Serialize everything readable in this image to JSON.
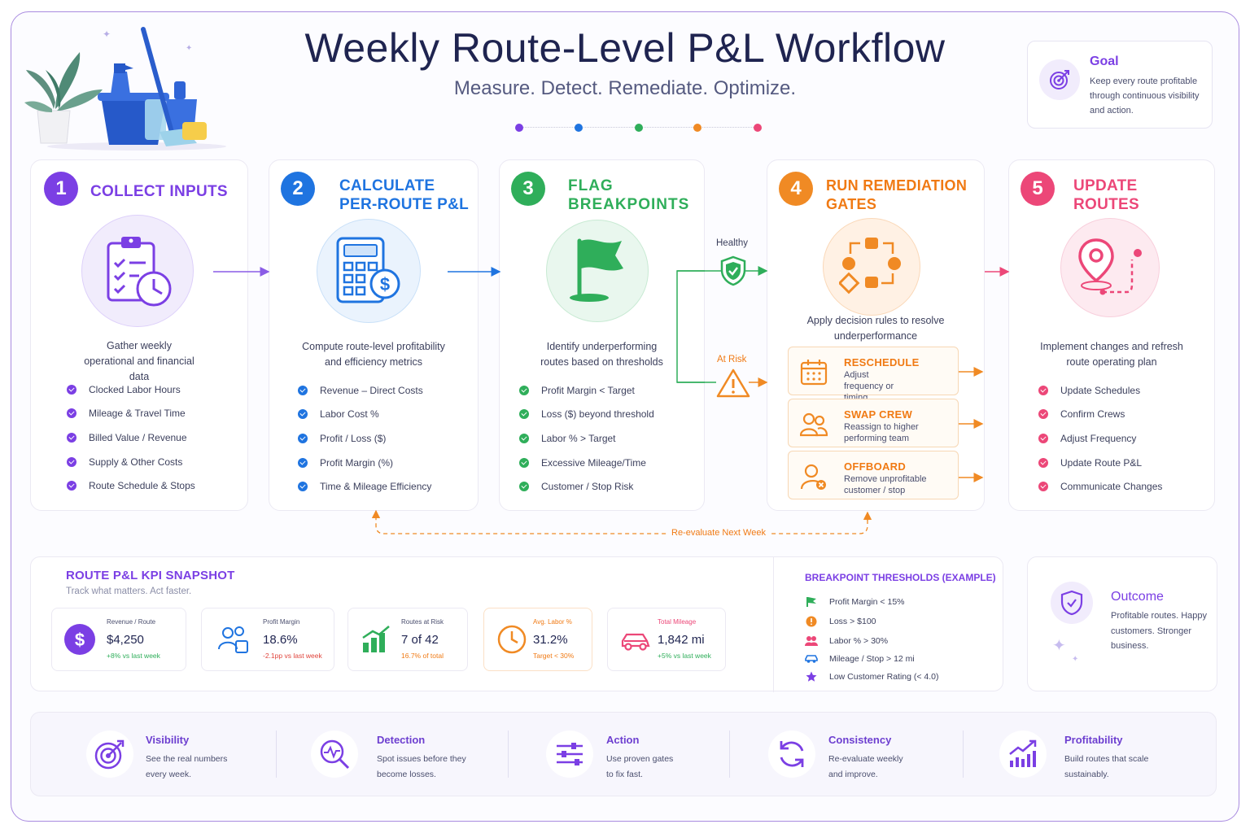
{
  "title": "Weekly Route-Level P&L Workflow",
  "subtitle": "Measure. Detect. Remediate. Optimize.",
  "colors": {
    "purple": "#7b3fe4",
    "blue": "#1f74e0",
    "green": "#2fae5a",
    "orange": "#f07a14",
    "pink": "#ec4778"
  },
  "goal": {
    "heading": "Goal",
    "text": "Keep every route profitable through continuous visibility and action."
  },
  "steps": [
    {
      "num": "1",
      "title": "COLLECT INPUTS",
      "icon": "clipboard-clock-icon",
      "desc": "Gather weekly operational and financial data",
      "items": [
        "Clocked Labor Hours",
        "Mileage & Travel Time",
        "Billed Value / Revenue",
        "Supply & Other Costs",
        "Route Schedule & Stops"
      ]
    },
    {
      "num": "2",
      "title_line1": "CALCULATE",
      "title_line2": "PER-ROUTE P&L",
      "icon": "calculator-icon",
      "desc": "Compute route-level profitability and efficiency metrics",
      "items": [
        "Revenue – Direct Costs",
        "Labor Cost %",
        "Profit / Loss ($)",
        "Profit Margin (%)",
        "Time & Mileage Efficiency"
      ]
    },
    {
      "num": "3",
      "title_line1": "FLAG",
      "title_line2": "BREAKPOINTS",
      "icon": "flag-icon",
      "desc": "Identify underperforming routes based on thresholds",
      "items": [
        "Profit Margin < Target",
        "Loss ($) beyond threshold",
        "Labor % > Target",
        "Excessive Mileage/Time",
        "Customer / Stop Risk"
      ]
    },
    {
      "num": "4",
      "title_line1": "RUN REMEDIATION",
      "title_line2": "GATES",
      "icon": "decision-nodes-icon",
      "desc": "Apply decision rules to resolve underperformance",
      "gates": [
        {
          "heading": "RESCHEDULE",
          "text": "Adjust frequency or timing",
          "icon": "calendar-icon"
        },
        {
          "heading": "SWAP CREW",
          "text": "Reassign to higher performing team",
          "icon": "crew-icon"
        },
        {
          "heading": "OFFBOARD",
          "text": "Remove unprofitable customer / stop",
          "icon": "remove-user-icon"
        }
      ]
    },
    {
      "num": "5",
      "title_line1": "UPDATE",
      "title_line2": "ROUTES",
      "icon": "map-pin-route-icon",
      "desc": "Implement changes and refresh route operating plan",
      "items": [
        "Update Schedules",
        "Confirm Crews",
        "Adjust Frequency",
        "Update Route P&L",
        "Communicate Changes"
      ]
    }
  ],
  "branch": {
    "healthy": "Healthy",
    "at_risk": "At Risk"
  },
  "loop_label": "Re-evaluate Next Week",
  "kpi": {
    "heading": "ROUTE P&L KPI SNAPSHOT",
    "sub": "Track what matters. Act faster.",
    "tiles": [
      {
        "label": "Revenue / Route",
        "value": "$4,250",
        "delta": "+8% vs last week",
        "delta_color": "#2fae5a",
        "icon": "dollar-icon"
      },
      {
        "label": "Profit Margin",
        "value": "18.6%",
        "delta": "-2.1pp vs last week",
        "delta_color": "#e0443c",
        "icon": "people-icon"
      },
      {
        "label": "Routes at Risk",
        "value": "7 of 42",
        "delta": "16.7% of total",
        "delta_color": "#f07a14",
        "icon": "bar-chart-icon"
      },
      {
        "label": "Avg. Labor %",
        "value": "31.2%",
        "delta": "Target < 30%",
        "delta_color": "#f07a14",
        "icon": "clock-icon"
      },
      {
        "label": "Total Mileage",
        "value": "1,842 mi",
        "delta": "+5% vs last week",
        "delta_color": "#2fae5a",
        "icon": "car-icon"
      }
    ]
  },
  "thresholds": {
    "heading": "BREAKPOINT THRESHOLDS (EXAMPLE)",
    "rows": [
      {
        "text": "Profit Margin < 15%",
        "icon": "flag-icon"
      },
      {
        "text": "Loss > $100",
        "icon": "alert-icon"
      },
      {
        "text": "Labor % > 30%",
        "icon": "people-icon"
      },
      {
        "text": "Mileage / Stop > 12 mi",
        "icon": "car-icon"
      },
      {
        "text": "Low Customer Rating (< 4.0)",
        "icon": "star-icon"
      }
    ]
  },
  "outcome": {
    "heading": "Outcome",
    "text": "Profitable routes. Happy customers. Stronger business."
  },
  "benefits": [
    {
      "heading": "Visibility",
      "text": "See the real numbers every week.",
      "icon": "target-icon"
    },
    {
      "heading": "Detection",
      "text": "Spot issues before they become losses.",
      "icon": "magnifier-pulse-icon"
    },
    {
      "heading": "Action",
      "text": "Use proven gates to fix fast.",
      "icon": "sliders-icon"
    },
    {
      "heading": "Consistency",
      "text": "Re-evaluate weekly and improve.",
      "icon": "refresh-icon"
    },
    {
      "heading": "Profitability",
      "text": "Build routes that scale sustainably.",
      "icon": "growth-chart-icon"
    }
  ]
}
